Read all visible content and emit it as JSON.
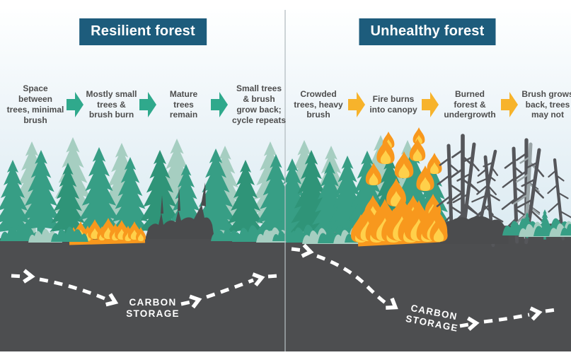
{
  "panels": [
    {
      "title": "Resilient forest",
      "steps": [
        "Space\nbetween\ntrees, minimal\nbrush",
        "Mostly small\ntrees &\nbrush burn",
        "Mature\ntrees\nremain",
        "Small trees\n& brush\ngrow back;\ncycle repeats"
      ],
      "arrow_icon": "right-arrow-icon",
      "arrow_color": "#2fa98c",
      "carbon_label": "CARBON\nSTORAGE"
    },
    {
      "title": "Unhealthy forest",
      "steps": [
        "Crowded\ntrees, heavy\nbrush",
        "Fire burns\ninto canopy",
        "Burned\nforest &\nundergrowth",
        "Brush grows\nback, trees\nmay not"
      ],
      "arrow_icon": "right-arrow-icon",
      "arrow_color": "#f7b32b",
      "carbon_label": "CARBON\nSTORAGE"
    }
  ],
  "colors": {
    "header_bg": "#1d5c7c",
    "step_text": "#4d4d4d",
    "healthy_tree": "#379e85",
    "background_tree": "#a6cec1",
    "flame_orange": "#f8981d",
    "flame_yellow": "#ffd04a",
    "ground": "#4d4e50",
    "burned_silhouette": "#4a4b4d",
    "dead_tree": "#55565a",
    "sky": "#d5e6ef"
  }
}
